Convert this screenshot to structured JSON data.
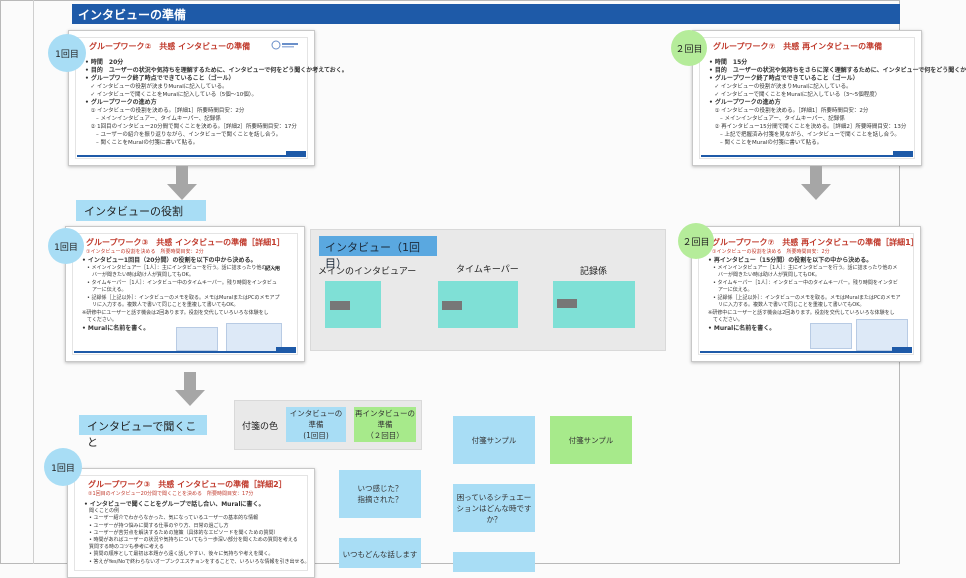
{
  "section_banner": "インタビューの準備",
  "slides": {
    "top_left": {
      "badge": "1回目",
      "title": "グループワーク②　共感 インタビューの準備",
      "lines": [
        "• 時間　20分",
        "• 目的　ユーザーの状況や気持ちを理解するために、インタビューで何をどう聞くか考えておく。",
        "• グループワーク終了時点でできていること（ゴール）",
        "　✓ インタビューの役割が決まりMuralに記入している。",
        "　✓ インタビューで聞くことをMuralに記入している（5個〜10個）。",
        "• グループワークの進め方",
        "　① インタビューの役割を決める。［詳細1］所要時間目安：2分",
        "　　– メインインタビュアー、タイムキーパー、記録係",
        "　② 1回目のインタビュー20分間で聞くことを決める。［詳細2］所要時間目安：17分",
        "　　– ユーザーの紹介を振り返りながら、インタビューで聞くことを話し合う。",
        "　　– 聞くことをMuralの付箋に書いて貼る。"
      ]
    },
    "top_right": {
      "badge": "２回目",
      "title": "グループワーク⑦　共感 再インタビューの準備",
      "lines": [
        "• 時間　15分",
        "• 目的　ユーザーの状況や気持ちをさらに深く理解するために、インタビューで何をどう聞くか",
        "• グループワーク終了時点でできていること（ゴール）",
        "　✓ インタビューの役割が決まりMuralに記入している。",
        "　✓ インタビューで聞くことをMuralに記入している（3〜5個程度）",
        "• グループワークの進め方",
        "　① インタビューの役割を決める。［詳細1］所要時間目安：2分",
        "　　– メインインタビュアー、タイムキーパー、記録係",
        "　② 再インタビュー15分間で聞くことを決める。［詳細2］所要時間目安：13分",
        "　　– 上記で把握済み付箋を見ながら、インタビューで聞くことを話し合う。",
        "　　– 聞くことをMuralの付箋に書いて貼る。"
      ]
    },
    "mid_left": {
      "badge": "1回目",
      "title": "グループワーク③　共感 インタビューの準備［詳細1］",
      "subtitle": "①インタビューの役割を決める　所要時間目安：2分",
      "lines": [
        "• インタビュー1回目（20分間）の役割を以下の中から決める。",
        "　• メインインタビュアー［1人］：主にインタビューを行う。話に詰まったり他のメン",
        "　　バーが聞きたい時は助け人が質問してもOK。",
        "　• タイムキーパー［1人］：インタビュー中のタイムキーパー。残り時間をインタビュ",
        "　　アーに伝える。",
        "　• 記録係［上記以外］：インタビューのメモを取る。メモはMuralまたはPCのメモアプ",
        "　　リに入力する。複数人で書いて同じことを重複して書いてもOK。",
        "※研修中にユーザーと話す機会は2回あります。役割を交代していろいろな体験をし",
        "　てください。",
        "• Muralに名前を書く。"
      ],
      "mini_label": "記入用"
    },
    "mid_right": {
      "badge": "２回目",
      "title": "グループワーク⑦　共感 再インタビューの準備［詳細1］",
      "subtitle": "①インタビューの役割を決める　所要時間目安：2分",
      "lines": [
        "• 再インタビュー（15分間）の役割を以下の中から決める。",
        "　• メインインタビュアー［1人］：主にインタビューを行う。話に詰まったり他のメ",
        "　　バーが聞きたい時は助け人が質問してもOK。",
        "　• タイムキーパー［1人］：インタビュー中のタイムキーパー。残り時間をインタビ",
        "　　アーに伝える。",
        "　• 記録係［上記以外］：インタビューのメモを取る。メモはMuralまたはPCのメモア",
        "　　リに入力する。複数人で書いて同じことを重複して書いてもOK。",
        "※研修中にユーザーと話す機会は2回あります。役割を交代していろいろな体験をし",
        "　てください。",
        "• Muralに名前を書く。"
      ],
      "mini_label": "記入用"
    },
    "bottom_left": {
      "badge": "1回目",
      "title": "グループワーク③　共感 インタビューの準備［詳細2］",
      "subtitle": "②1回目のインタビュー20分間で聞くことを決める　所要時間目安：17分",
      "lines": [
        "• インタビューで聞くことをグループで話し合い、Muralに書く。",
        "　聞くことの例",
        "　• ユーザー紹介でわからなかった、気になっているユーザーの基本的な情報",
        "　• ユーザーが持つ悩みに関する仕事のやり方、日常の過ごし方",
        "　• ユーザーが苦労点を解決するための施策（具体的なエピソードを聞くための質問）",
        "　• 時間があればユーザーの状況や気持ちについてもう一歩深い部分を聞くための質問を考える",
        "　質問する時のコツも参考に考える",
        "　• 質問の順序として最初は本題から遠く話しやすい、後々に気持ちや考えを聞く。",
        "　• 答えがYes/Noで終わらないオープンクエスチョンをすることで、いろいろな情報を引き出せる。"
      ]
    }
  },
  "labels": {
    "roles_heading": "インタビューの役割",
    "ask_heading": "インタビューで聞くこと"
  },
  "roles_panel": {
    "title": "インタビュー（1回目）",
    "columns": [
      "メインのインタビュアー",
      "タイムキーパー",
      "記録係"
    ]
  },
  "color_legend": {
    "label": "付箋の色",
    "blue": "インタビューの\n準備\n(1回目)",
    "green": "再インタビューの\n準備\n（２回目）"
  },
  "stickies": {
    "sample_blue": "付箋サンプル",
    "sample_green": "付箋サンプル",
    "q1": "いつ感じた？\n指摘された？",
    "q2": "困っているシチュエー\nションはどんな時です\nか？",
    "q3": "いつもどんな話します"
  },
  "colors": {
    "banner": "#1e5aa8",
    "sticky_blue": "#a8ddf5",
    "sticky_green": "#a7ea8b",
    "sticky_cyan": "#7fe0d6",
    "slide_title_red": "#c0392b"
  },
  "icons": [
    "down-arrow-icon",
    "logo-icon"
  ]
}
